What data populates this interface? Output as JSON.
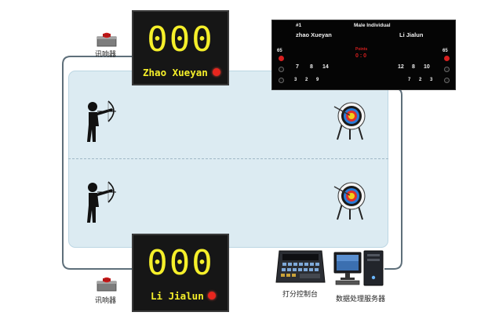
{
  "colors": {
    "field": "#dcebf2",
    "wire": "#5e6f7a",
    "display_text": "#f5ef2a",
    "led": "#e8261e",
    "board_bg": "#050505",
    "board_accent": "#d81f1f"
  },
  "buzzers": {
    "top_label": "讯响器",
    "bottom_label": "讯响器"
  },
  "top_display": {
    "score": "000",
    "name": "Zhao Xueyan"
  },
  "bottom_display": {
    "score": "000",
    "name": "Li Jialun"
  },
  "scoreboard": {
    "match_no": "#1",
    "title": "Male Individual",
    "left_name": "zhao Xueyan",
    "right_name": "Li Jialun",
    "left_total": "65",
    "right_total": "65",
    "points_label": "Points",
    "points_value": "0 : 0",
    "left_row1": [
      "7",
      "8",
      "14"
    ],
    "left_row2": [
      "3",
      "2",
      "9"
    ],
    "right_row1": [
      "12",
      "8",
      "10"
    ],
    "right_row2": [
      "7",
      "2",
      "3"
    ]
  },
  "equipment": {
    "console_label": "打分控制台",
    "server_label": "数据处理服务器"
  },
  "icons": [
    "archer-icon",
    "target-icon",
    "buzzer-icon",
    "console-icon",
    "server-icon",
    "monitor-icon"
  ]
}
